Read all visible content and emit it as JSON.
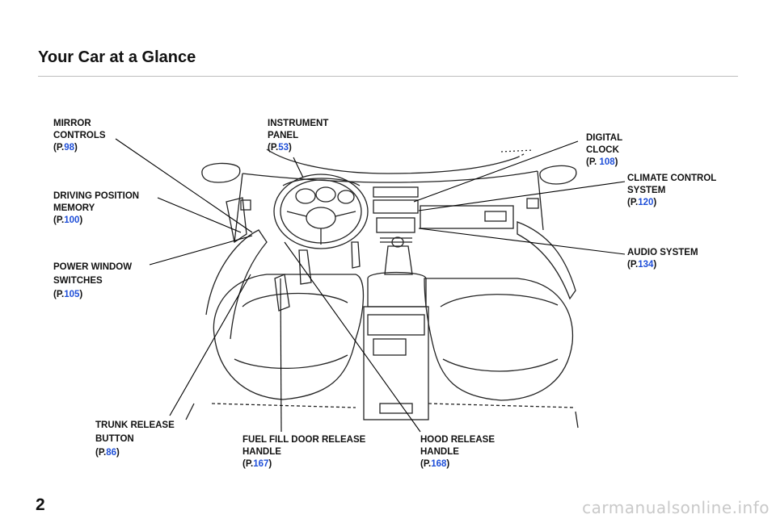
{
  "page": {
    "title": "Your Car at a Glance",
    "page_number": "2",
    "watermark": "carmanualsonline.info"
  },
  "labels": [
    {
      "id": "mirror",
      "lines": [
        "MIRROR",
        "CONTROLS"
      ],
      "ref_prefix": "(P.",
      "ref_num": "98",
      "ref_suffix": ")"
    },
    {
      "id": "instrument",
      "lines": [
        "INSTRUMENT",
        "PANEL"
      ],
      "ref_prefix": "(P.",
      "ref_num": "53",
      "ref_suffix": ")"
    },
    {
      "id": "clock",
      "lines": [
        "DIGITAL",
        "CLOCK"
      ],
      "ref_prefix": "(P. ",
      "ref_num": "108",
      "ref_suffix": ")"
    },
    {
      "id": "climate",
      "lines": [
        "CLIMATE CONTROL",
        "SYSTEM"
      ],
      "ref_prefix": "(P.",
      "ref_num": "120",
      "ref_suffix": ")"
    },
    {
      "id": "driving",
      "lines": [
        "DRIVING POSITION",
        "MEMORY"
      ],
      "ref_prefix": "(P.",
      "ref_num": "100",
      "ref_suffix": ")"
    },
    {
      "id": "audio",
      "lines": [
        "AUDIO SYSTEM"
      ],
      "ref_prefix": "(P.",
      "ref_num": "134",
      "ref_suffix": ")"
    },
    {
      "id": "window",
      "lines": [
        "POWER WINDOW",
        "SWITCHES"
      ],
      "ref_prefix": "(P.",
      "ref_num": "105",
      "ref_suffix": ")"
    },
    {
      "id": "trunk",
      "lines": [
        "TRUNK RELEASE",
        "BUTTON"
      ],
      "ref_prefix": "(P.",
      "ref_num": "86",
      "ref_suffix": ")"
    },
    {
      "id": "fuel",
      "lines": [
        "FUEL FILL DOOR RELEASE",
        "HANDLE"
      ],
      "ref_prefix": "(P.",
      "ref_num": "167",
      "ref_suffix": ")"
    },
    {
      "id": "hood",
      "lines": [
        "HOOD RELEASE",
        "HANDLE"
      ],
      "ref_prefix": "(P.",
      "ref_num": "168",
      "ref_suffix": ")"
    }
  ]
}
